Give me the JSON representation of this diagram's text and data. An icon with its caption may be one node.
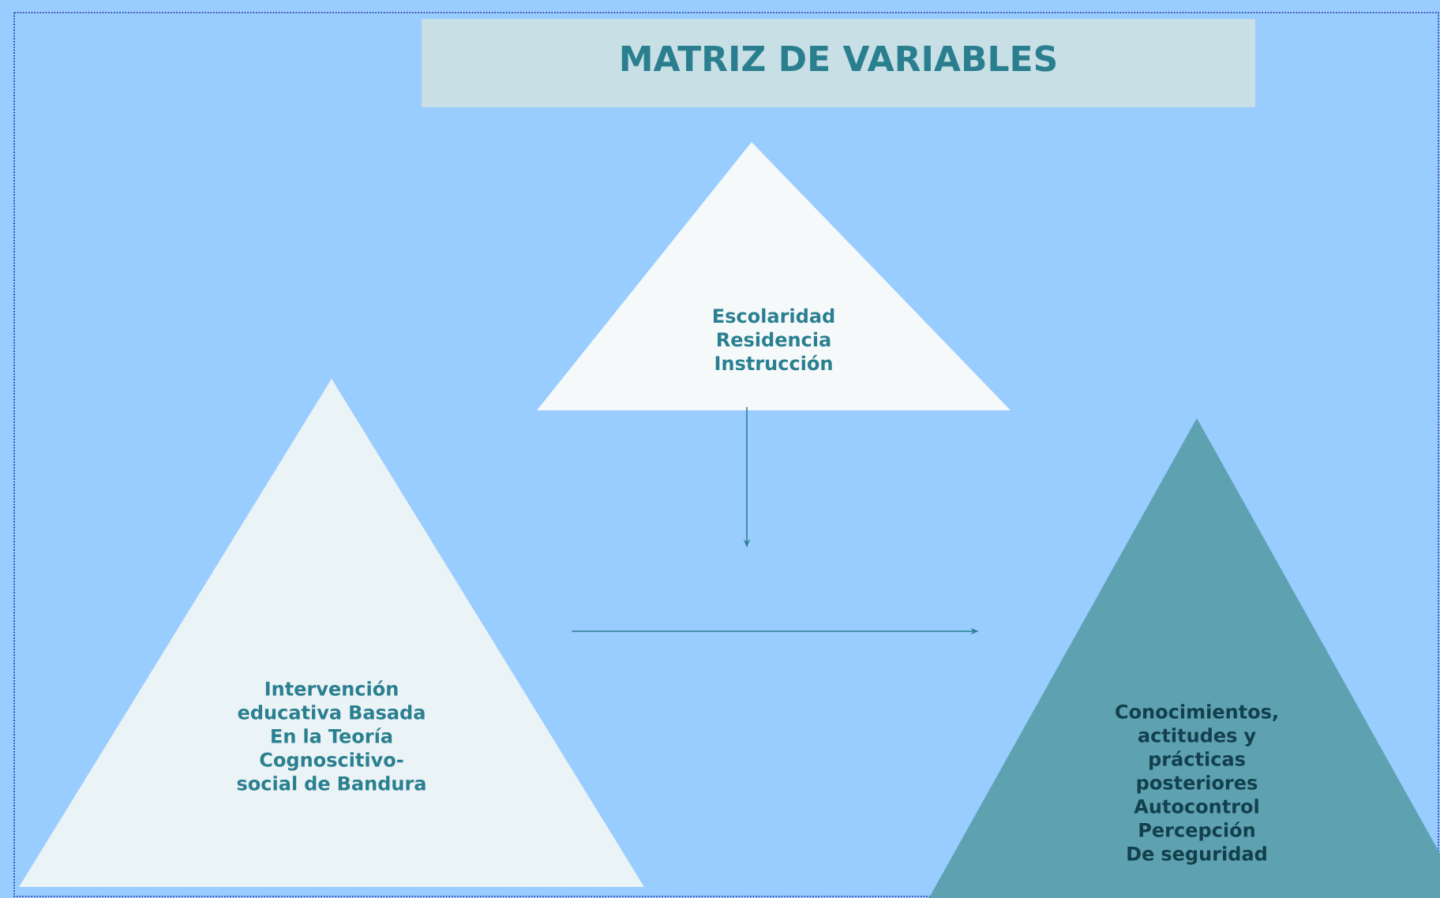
{
  "diagram": {
    "title": "MATRIZ DE VARIABLES",
    "nodes": [
      {
        "text": [
          "Escolaridad Residencia Instrucción"
        ]
      },
      {
        "text": [
          "Intervención educativa Basada En la Teoría Cognoscitivo-social de Bandura"
        ]
      },
      {
        "text": [
          "Conocimientos, actitudes y prácticas posteriores Autocontrol Percepción De seguridad"
        ]
      }
    ],
    "edges": [
      {
        "from": 0,
        "to": null,
        "arrow": "to"
      },
      {
        "from": 1,
        "to": 2,
        "arrow": "to"
      }
    ]
  }
}
